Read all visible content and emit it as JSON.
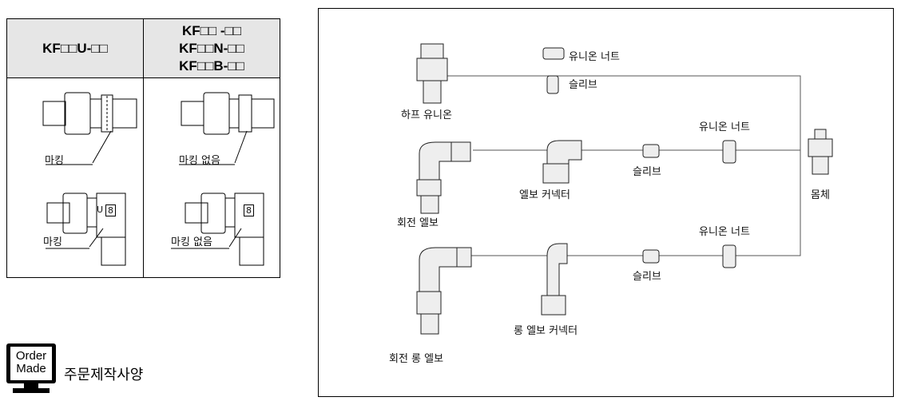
{
  "table": {
    "col1_header": [
      "KF□□U-□□"
    ],
    "col2_header": [
      "KF□□ -□□",
      "KF□□N-□□",
      "KF□□B-□□"
    ],
    "col1_labels": [
      "마킹",
      "마킹"
    ],
    "col2_labels": [
      "마킹 없음",
      "마킹 없음"
    ],
    "col1_mark": "U",
    "size_mark": "8"
  },
  "order_made": {
    "logo_text": [
      "Order",
      "Made"
    ],
    "label": "주문제작사양"
  },
  "diagram": {
    "labels": {
      "union_nut_top": "유니온 너트",
      "sleeve_top": "슬리브",
      "half_union": "하프 유니온",
      "union_nut_mid": "유니온 너트",
      "sleeve_mid": "슬리브",
      "elbow_connector": "엘보 커넥터",
      "body": "몸체",
      "swivel_elbow": "회전 엘보",
      "union_nut_bottom": "유니온 너트",
      "sleeve_bottom": "슬리브",
      "long_elbow_connector": "롱 엘보 커넥터",
      "swivel_long_elbow": "회전 롱 엘보"
    }
  }
}
